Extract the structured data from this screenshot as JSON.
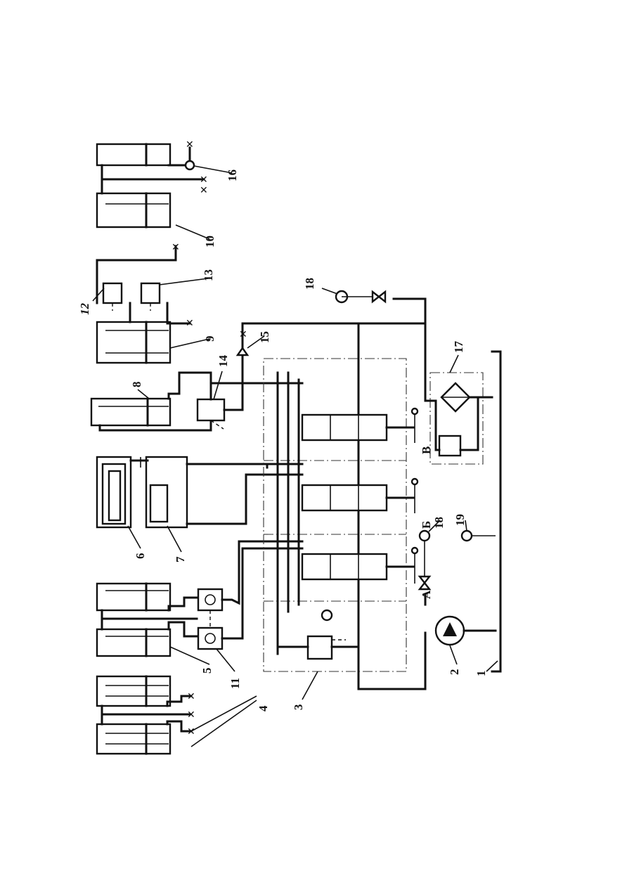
{
  "diagram": {
    "callouts": [
      "1",
      "2",
      "3",
      "4",
      "5",
      "6",
      "7",
      "8",
      "9",
      "10",
      "11",
      "12",
      "13",
      "14",
      "15",
      "16",
      "17",
      "18",
      "18",
      "19"
    ],
    "sections": [
      "А",
      "Б",
      "В"
    ]
  }
}
